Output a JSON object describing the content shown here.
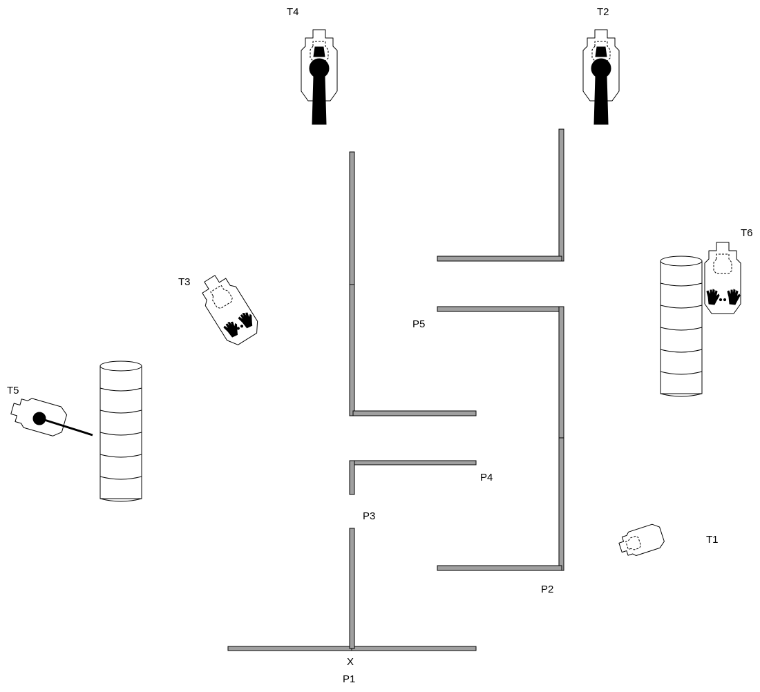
{
  "labels": {
    "t1": "T1",
    "t2": "T2",
    "t3": "T3",
    "t4": "T4",
    "t5": "T5",
    "t6": "T6",
    "p1": "P1",
    "p2": "P2",
    "p3": "P3",
    "p4": "P4",
    "p5": "P5",
    "start_mark": "X"
  },
  "colors": {
    "wall_fill": "#a0a0a0",
    "outline": "#000000",
    "background": "#ffffff"
  },
  "icons": {
    "paper_target": "ipsc-target-icon",
    "no_shoot_overlay": "black-no-shoot-icon",
    "hands_overlay": "hands-no-shoot-icon",
    "barrel_stack": "barrel-stack-icon"
  }
}
